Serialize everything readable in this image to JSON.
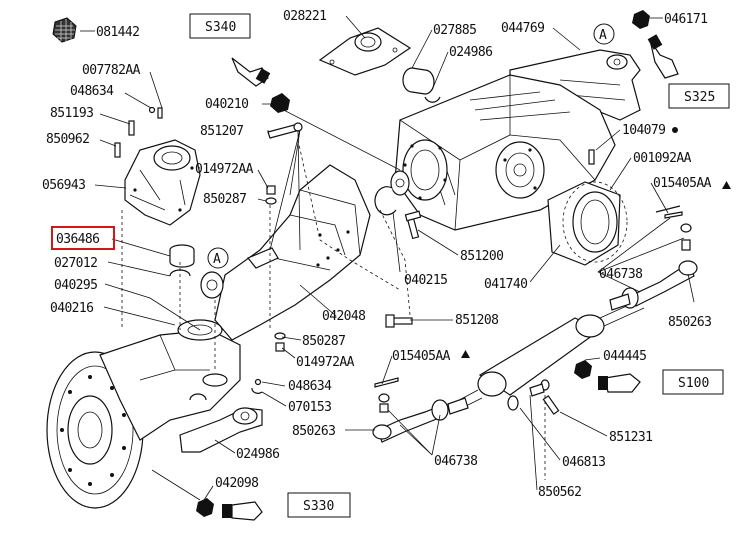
{
  "diagram": {
    "part_labels": [
      {
        "id": "l081442",
        "text": "081442"
      },
      {
        "id": "l007782AA",
        "text": "007782AA"
      },
      {
        "id": "l048634a",
        "text": "048634"
      },
      {
        "id": "l851193",
        "text": "851193"
      },
      {
        "id": "l850962",
        "text": "850962"
      },
      {
        "id": "l056943",
        "text": "056943"
      },
      {
        "id": "l036486",
        "text": "036486"
      },
      {
        "id": "l027012",
        "text": "027012"
      },
      {
        "id": "l040295",
        "text": "040295"
      },
      {
        "id": "l040216",
        "text": "040216"
      },
      {
        "id": "l028221",
        "text": "028221"
      },
      {
        "id": "l027885",
        "text": "027885"
      },
      {
        "id": "l024986a",
        "text": "024986"
      },
      {
        "id": "l044769",
        "text": "044769"
      },
      {
        "id": "l046171",
        "text": "046171"
      },
      {
        "id": "l040210",
        "text": "040210"
      },
      {
        "id": "l851207",
        "text": "851207"
      },
      {
        "id": "l014972AAa",
        "text": "014972AA"
      },
      {
        "id": "l850287a",
        "text": "850287"
      },
      {
        "id": "l104079",
        "text": "104079"
      },
      {
        "id": "l001092AA",
        "text": "001092AA"
      },
      {
        "id": "l015405AAa",
        "text": "015405AA"
      },
      {
        "id": "l851200",
        "text": "851200"
      },
      {
        "id": "l040215",
        "text": "040215"
      },
      {
        "id": "l041740",
        "text": "041740"
      },
      {
        "id": "l046738a",
        "text": "046738"
      },
      {
        "id": "l850263a",
        "text": "850263"
      },
      {
        "id": "l042048",
        "text": "042048"
      },
      {
        "id": "l851208",
        "text": "851208"
      },
      {
        "id": "l850287b",
        "text": "850287"
      },
      {
        "id": "l014972AAb",
        "text": "014972AA"
      },
      {
        "id": "l015405AAb",
        "text": "015405AA"
      },
      {
        "id": "l044445",
        "text": "044445"
      },
      {
        "id": "l048634b",
        "text": "048634"
      },
      {
        "id": "l070153",
        "text": "070153"
      },
      {
        "id": "l850263b",
        "text": "850263"
      },
      {
        "id": "l046738b",
        "text": "046738"
      },
      {
        "id": "l851231",
        "text": "851231"
      },
      {
        "id": "l024986b",
        "text": "024986"
      },
      {
        "id": "l046813",
        "text": "046813"
      },
      {
        "id": "l042098",
        "text": "042098"
      },
      {
        "id": "l850562",
        "text": "850562"
      }
    ],
    "ref_boxes": [
      {
        "id": "s340",
        "text": "S340"
      },
      {
        "id": "s325",
        "text": "S325"
      },
      {
        "id": "s100",
        "text": "S100"
      },
      {
        "id": "s330",
        "text": "S330"
      }
    ],
    "circle_markers": [
      {
        "id": "ca1",
        "text": "A"
      },
      {
        "id": "ca2",
        "text": "A"
      }
    ],
    "highlighted_part": "036486",
    "colors": {
      "ink": "#111111",
      "highlight": "#d01818",
      "background": "#ffffff"
    }
  }
}
